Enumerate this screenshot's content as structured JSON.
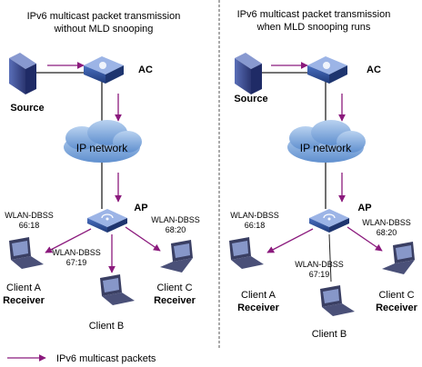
{
  "colors": {
    "arrow": "#8b1a7d",
    "link": "#222222",
    "cloud": "#7aa3d6",
    "device": "#2f4f95",
    "laptop": "#3a3f63",
    "server": "#3b4a8c"
  },
  "left": {
    "title_line1": "IPv6 multicast packet transmission",
    "title_line2": "without MLD snooping",
    "source_label": "Source",
    "ac_label": "AC",
    "network_label": "IP network",
    "ap_label": "AP",
    "client_a": {
      "dbss": "WLAN-DBSS",
      "mac": "66:18",
      "name": "Client A",
      "role": "Receiver"
    },
    "client_b": {
      "dbss": "WLAN-DBSS",
      "mac": "67:19",
      "name": "Client B"
    },
    "client_c": {
      "dbss": "WLAN-DBSS",
      "mac": "68:20",
      "name": "Client C",
      "role": "Receiver"
    }
  },
  "right": {
    "title_line1": "IPv6 multicast packet transmission",
    "title_line2": "when MLD snooping runs",
    "source_label": "Source",
    "ac_label": "AC",
    "network_label": "IP network",
    "ap_label": "AP",
    "client_a": {
      "dbss": "WLAN-DBSS",
      "mac": "66:18",
      "name": "Client A",
      "role": "Receiver"
    },
    "client_b": {
      "dbss": "WLAN-DBSS",
      "mac": "67:19",
      "name": "Client B"
    },
    "client_c": {
      "dbss": "WLAN-DBSS",
      "mac": "68:20",
      "name": "Client C",
      "role": "Receiver"
    }
  },
  "legend": {
    "label": "IPv6 multicast packets"
  }
}
